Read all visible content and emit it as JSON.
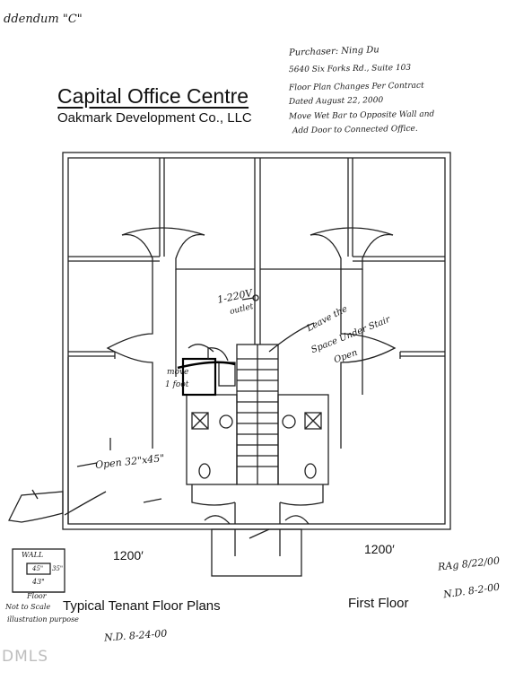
{
  "addendum": "ddendum \"C\"",
  "header": {
    "title": "Capital Office Centre",
    "subtitle": "Oakmark Development Co., LLC"
  },
  "notes": {
    "purchaser": "Purchaser: Ning Du",
    "address": "5640 Six Forks Rd., Suite 103",
    "line1": "Floor Plan Changes Per Contract",
    "line2": "Dated August 22, 2000",
    "line3": "Move Wet Bar to Opposite Wall and",
    "line4": "Add Door to Connected Office."
  },
  "annotations": {
    "outlet_1": "1-220V",
    "outlet_2": "outlet",
    "stair_1": "Leave the",
    "stair_2": "Space Under Stair",
    "stair_3": "Open",
    "move_1": "move",
    "move_2": "1 foot",
    "open_size": "Open 32\"x45\"",
    "wall_label": "WALL",
    "dim_45": "45\"",
    "dim_35": "35\"",
    "dim_43": "43\"",
    "floor_label": "Floor",
    "not_to_scale": "Not to Scale",
    "illustration": "illustration purpose"
  },
  "plan": {
    "area_left": "1200′",
    "area_right": "1200′",
    "caption_left": "Typical Tenant Floor Plans",
    "caption_right": "First Floor"
  },
  "signatures": {
    "initials_1": "RAg 8/22/00",
    "initials_2": "N.D. 8-2-00",
    "initials_3": "N.D. 8-24-00"
  },
  "watermark": "DMLS"
}
